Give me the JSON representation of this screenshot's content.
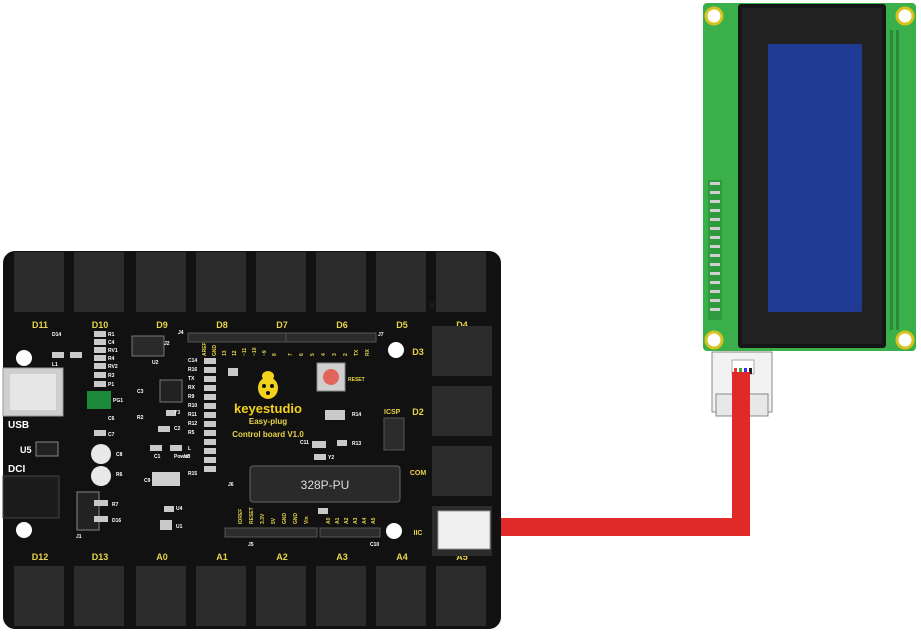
{
  "board": {
    "brand": "keyestudio",
    "model": "Easy-plug",
    "subtitle": "Control board V1.0",
    "chip": "328P-PU",
    "reset": "RESET",
    "icsp": "ICSP",
    "usb": "USB",
    "dc": "DCI",
    "u5": "U5",
    "top_ports": [
      "D11",
      "D10",
      "D9",
      "D8",
      "D7",
      "D6",
      "D5",
      "D4"
    ],
    "right_ports": [
      "D3",
      "D2",
      "COM",
      "IIC"
    ],
    "bottom_ports": [
      "D12",
      "D13",
      "A0",
      "A1",
      "A2",
      "A3",
      "A4",
      "A5"
    ],
    "silk": [
      "D14",
      "L1",
      "R1",
      "C4",
      "RV1",
      "R4",
      "RV2",
      "R3",
      "P1",
      "PG1",
      "C6",
      "C7",
      "C8",
      "R6",
      "R7",
      "D16",
      "J1",
      "J2",
      "U2",
      "C3",
      "R2",
      "Y3",
      "C2",
      "C1",
      "Power",
      "U3",
      "C9",
      "U4",
      "U1",
      "J6",
      "J4",
      "J7",
      "J5",
      "C10",
      "C14",
      "R16",
      "TX",
      "RX",
      "R9",
      "R10",
      "R11",
      "R12",
      "R5",
      "L",
      "R15",
      "R14",
      "R13",
      "Y2",
      "C11"
    ],
    "pin_j4": [
      "7",
      "6",
      "5",
      "4",
      "3",
      "2",
      "TX",
      "RX"
    ],
    "pin_j6": [
      "AREF",
      "GND",
      "13",
      "12",
      "~11",
      "~10",
      "~9",
      "8"
    ],
    "pin_j7": [
      "IOREF",
      "RESET",
      "3.3V",
      "5V",
      "GND",
      "GND",
      "Vin"
    ],
    "pin_j5": [
      "A0",
      "A1",
      "A2",
      "A3",
      "A4",
      "A5"
    ]
  },
  "colors": {
    "board": "#111111",
    "port": "#2b2b2b",
    "silk": "#e8d44a",
    "lcd_pcb": "#3bb04a",
    "lcd_screen": "#1f3b94",
    "cable": "#e02a2a"
  }
}
